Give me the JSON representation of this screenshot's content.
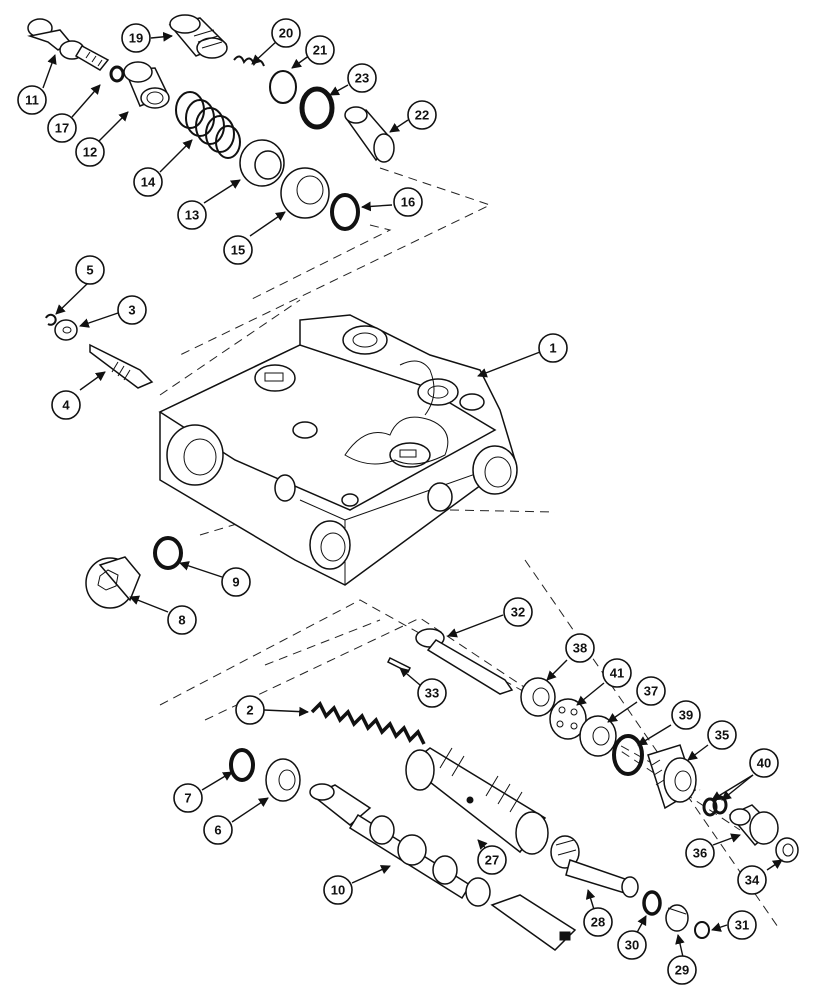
{
  "callouts": [
    "1",
    "2",
    "3",
    "4",
    "5",
    "6",
    "7",
    "8",
    "9",
    "10",
    "11",
    "12",
    "13",
    "14",
    "15",
    "16",
    "17",
    "19",
    "20",
    "21",
    "22",
    "23",
    "27",
    "28",
    "29",
    "30",
    "31",
    "32",
    "33",
    "34",
    "35",
    "36",
    "37",
    "38",
    "39",
    "40",
    "41"
  ]
}
